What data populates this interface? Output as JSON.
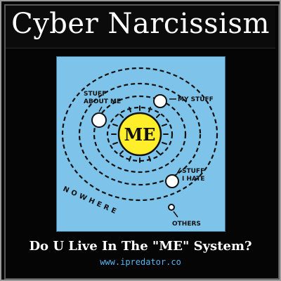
{
  "header": {
    "title": "Cyber Narcissism"
  },
  "cartoon": {
    "center_label": "ME",
    "labels": {
      "stuff_about_me_line1": "STUFF",
      "stuff_about_me_line2": "ABOUT ME",
      "my_stuff": "MY STUFF",
      "stuff_i_hate_line1": "STUFF",
      "stuff_i_hate_line2": "I HATE",
      "others": "OTHERS",
      "nowhere": "NOWHERE"
    },
    "colors": {
      "background": "#7ec4ea",
      "sun": "#ffef2a",
      "planet": "#ffffff",
      "ink": "#111111"
    }
  },
  "footer": {
    "question": "Do U Live In The \"ME\" System?",
    "url": "www.ipredator.co"
  },
  "colors": {
    "page_background": "#000000",
    "title_text": "#ffffff",
    "url_text": "#56b6ef"
  }
}
